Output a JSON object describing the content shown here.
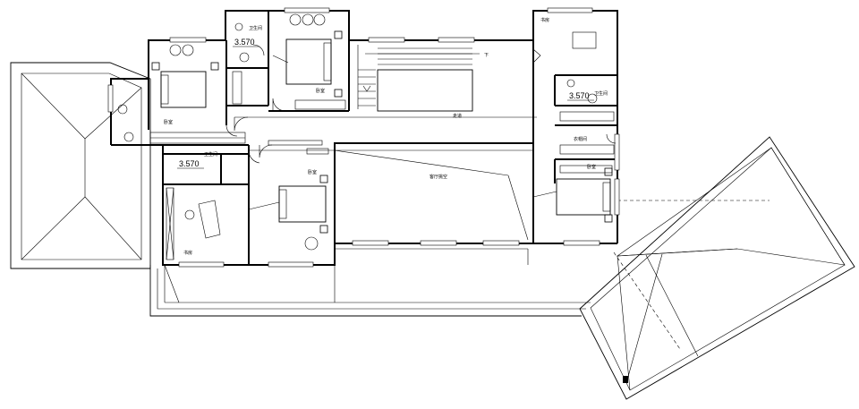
{
  "rooms": {
    "bedroom_left": "卧室",
    "bedroom_top": "卧室",
    "bedroom_center": "卧室",
    "bedroom_right": "卧室",
    "bath_top": "卫生间",
    "bath_center": "卫生间",
    "bath_right": "卫生间",
    "study_left": "书房",
    "study_right": "书房",
    "corridor": "走道",
    "living_void": "客厅挑空",
    "closet": "衣帽间"
  },
  "labels": {
    "stair_down": "下"
  },
  "levels": {
    "bath_top": "3.570",
    "bath_center": "3.570",
    "bath_right": "3.570"
  }
}
